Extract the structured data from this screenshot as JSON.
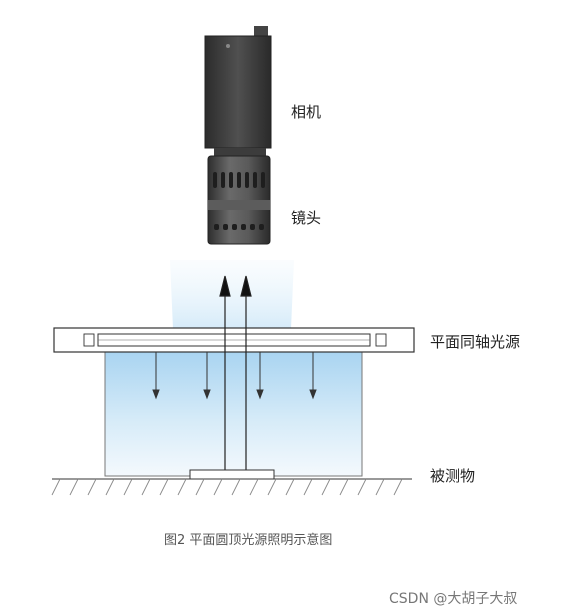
{
  "labels": {
    "camera": "相机",
    "lens": "镜头",
    "light_source": "平面同轴光源",
    "object": "被测物"
  },
  "caption": "图2 平面圆顶光源照明示意图",
  "watermark": "CSDN @大胡子大叔",
  "colors": {
    "camera_body": "#3a3a3a",
    "lens_body": "#4a4a4a",
    "light_blue": "#bfe0f6",
    "line": "#333333",
    "ground_hatch": "#888888"
  }
}
